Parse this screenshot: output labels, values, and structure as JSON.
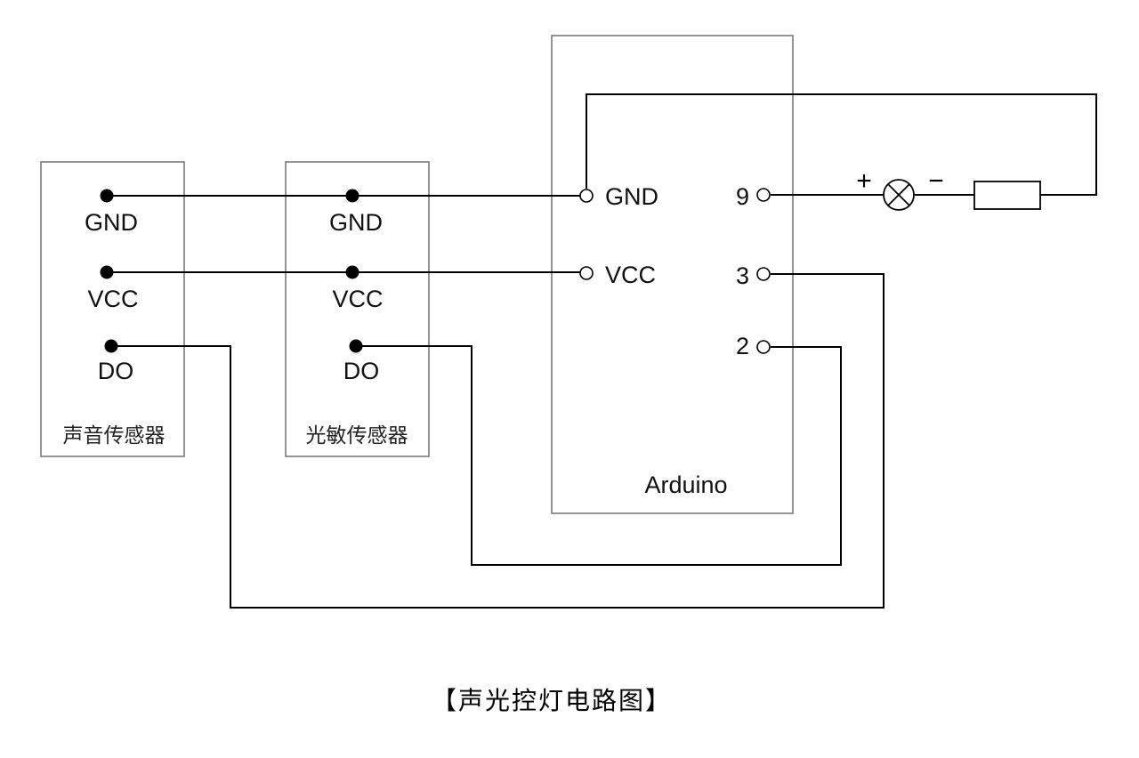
{
  "sound_sensor": {
    "pins": [
      "GND",
      "VCC",
      "DO"
    ],
    "name": "声音传感器"
  },
  "light_sensor": {
    "pins": [
      "GND",
      "VCC",
      "DO"
    ],
    "name": "光敏传感器"
  },
  "arduino": {
    "name": "Arduino",
    "left_pins": [
      "GND",
      "VCC"
    ],
    "right_pins": [
      "9",
      "3",
      "2"
    ]
  },
  "lamp": {
    "plus": "+",
    "minus": "−"
  },
  "caption": "【声光控灯电路图】"
}
